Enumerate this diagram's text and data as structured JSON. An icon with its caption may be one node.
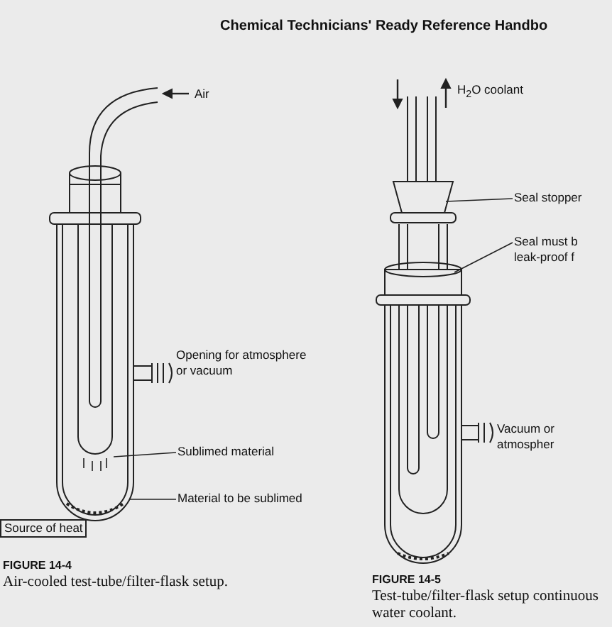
{
  "diagram": {
    "nodes": [
      {
        "text": [
          "Sublimed material"
        ]
      },
      {
        "text": [
          "Material to be sublimed"
        ]
      },
      {
        "text": [
          "Source of heat"
        ]
      },
      {
        "text": [
          "Seal stopper"
        ]
      },
      {
        "text": [
          "Seal must b leak-proof f"
        ]
      }
    ],
    "edges": [
      {
        "from": 0,
        "to": null,
        "arrow": "none"
      },
      {
        "from": 1,
        "to": null,
        "arrow": "none"
      },
      {
        "from": 3,
        "to": null,
        "arrow": "none"
      },
      {
        "from": 4,
        "to": null,
        "arrow": "none"
      }
    ],
    "labels": [
      "Chemical Technicians' Ready Reference Handbo",
      "Air",
      "Opening for atmosphere or vacuum",
      "FIGURE 14-4",
      "Air-cooled test-tube/filter-flask setup.",
      "H$_{2}$O coolant",
      "Vacuum or atmospher",
      "FIGURE 14-5",
      "Test-tube/filter-flask setup continuous water coolant."
    ]
  }
}
